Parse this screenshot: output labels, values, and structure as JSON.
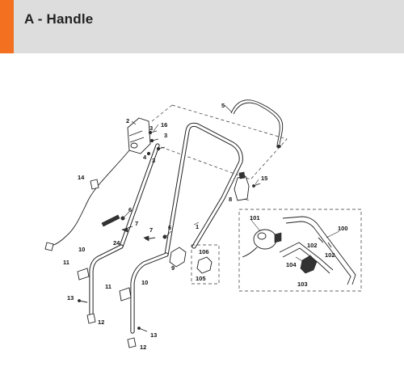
{
  "header": {
    "title": "A - Handle",
    "accent_color": "#f37021",
    "background_color": "#dddddd"
  },
  "callouts": {
    "c1": "1",
    "c2": "2",
    "c3a": "3",
    "c3b": "3",
    "c3c": "3",
    "c4": "4",
    "c5": "5",
    "c6a": "6",
    "c6b": "6",
    "c7a": "7",
    "c7b": "7",
    "c8": "8",
    "c9": "9",
    "c10a": "10",
    "c10b": "10",
    "c11a": "11",
    "c11b": "11",
    "c12a": "12",
    "c12b": "12",
    "c13a": "13",
    "c13b": "13",
    "c14": "14",
    "c15": "15",
    "c16": "16",
    "c24": "24",
    "c100": "100",
    "c101": "101",
    "c102a": "102",
    "c102b": "102",
    "c103": "103",
    "c104": "104",
    "c105": "105",
    "c106": "106"
  }
}
